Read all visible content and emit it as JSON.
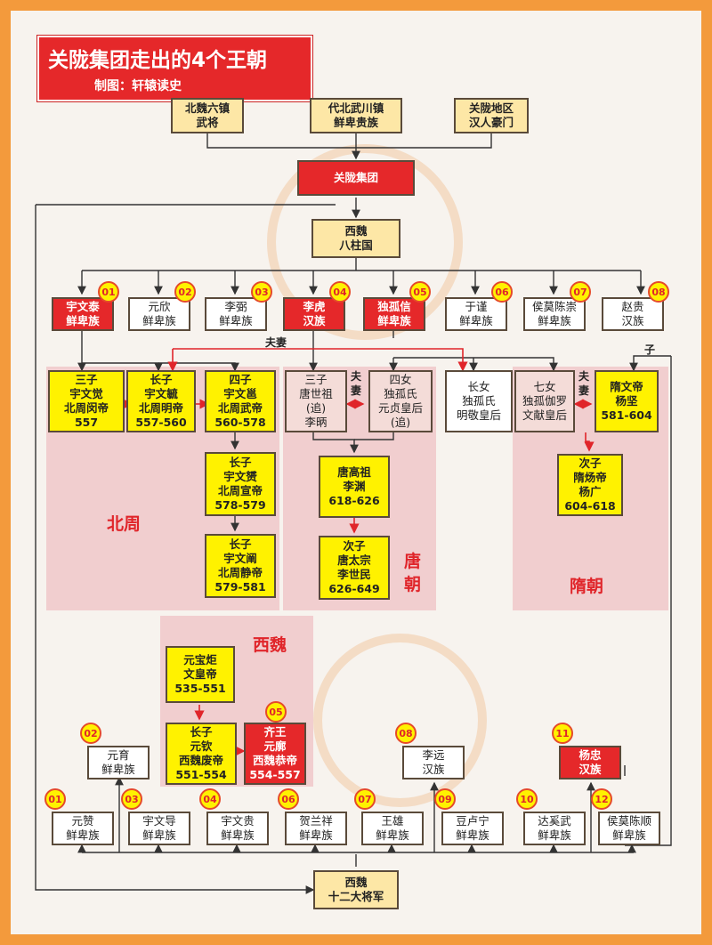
{
  "title": {
    "main": "关陇集团走出的4个王朝",
    "sub": "制图：轩辕读史"
  },
  "regions": {
    "beizhou": "北周",
    "tang": [
      "唐",
      "朝"
    ],
    "sui": "隋朝",
    "xiwei": "西魏"
  },
  "labels": {
    "fuqi1": "夫妻",
    "fuqi2": [
      "夫",
      "妻"
    ],
    "fuqi3": [
      "夫",
      "妻"
    ],
    "zi": "子"
  },
  "top": {
    "n1": [
      "北魏六镇",
      "武将"
    ],
    "n2": [
      "代北武川镇",
      "鲜卑贵族"
    ],
    "n3": [
      "关陇地区",
      "汉人豪门"
    ],
    "group": [
      "关陇集团"
    ],
    "xiwei8": [
      "西魏",
      "八柱国"
    ]
  },
  "pillars": [
    {
      "badge": "01",
      "lines": [
        "宇文泰",
        "鲜卑族"
      ]
    },
    {
      "badge": "02",
      "lines": [
        "元欣",
        "鲜卑族"
      ]
    },
    {
      "badge": "03",
      "lines": [
        "李弼",
        "鲜卑族"
      ]
    },
    {
      "badge": "04",
      "lines": [
        "李虎",
        "汉族"
      ]
    },
    {
      "badge": "05",
      "lines": [
        "独孤信",
        "鲜卑族"
      ]
    },
    {
      "badge": "06",
      "lines": [
        "于谨",
        "鲜卑族"
      ]
    },
    {
      "badge": "07",
      "lines": [
        "侯莫陈崇",
        "鲜卑族"
      ]
    },
    {
      "badge": "08",
      "lines": [
        "赵贵",
        "汉族"
      ]
    }
  ],
  "bz": {
    "a": [
      "三子",
      "宇文觉",
      "北周闵帝",
      "557"
    ],
    "b": [
      "长子",
      "宇文毓",
      "北周明帝",
      "557-560"
    ],
    "c": [
      "四子",
      "宇文邕",
      "北周武帝",
      "560-578"
    ],
    "d": [
      "长子",
      "宇文赟",
      "北周宣帝",
      "578-579"
    ],
    "e": [
      "长子",
      "宇文阐",
      "北周静帝",
      "579-581"
    ]
  },
  "tang": {
    "a": [
      "三子",
      "唐世祖",
      "(追)",
      "李昞"
    ],
    "b": [
      "四女",
      "独孤氏",
      "元贞皇后",
      "(追)"
    ],
    "c": [
      "唐高祖",
      "李渊",
      "618-626"
    ],
    "d": [
      "次子",
      "唐太宗",
      "李世民",
      "626-649"
    ]
  },
  "elder": [
    "长女",
    "独孤氏",
    "明敬皇后"
  ],
  "sui": {
    "a": [
      "七女",
      "独孤伽罗",
      "文献皇后"
    ],
    "b": [
      "隋文帝",
      "杨坚",
      "581-604"
    ],
    "c": [
      "次子",
      "隋炀帝",
      "杨广",
      "604-618"
    ]
  },
  "xw": {
    "a": [
      "元宝炬",
      "文皇帝",
      "535-551"
    ],
    "b": [
      "长子",
      "元钦",
      "西魏废帝",
      "551-554"
    ],
    "c": [
      "齐王",
      "元廓",
      "西魏恭帝",
      "554-557"
    ],
    "c_badge": "05"
  },
  "generals": [
    {
      "badge": "01",
      "lines": [
        "元赞",
        "鲜卑族"
      ]
    },
    {
      "badge": "02",
      "lines": [
        "元育",
        "鲜卑族"
      ]
    },
    {
      "badge": "03",
      "lines": [
        "宇文导",
        "鲜卑族"
      ]
    },
    {
      "badge": "04",
      "lines": [
        "宇文贵",
        "鲜卑族"
      ]
    },
    {
      "badge": "06",
      "lines": [
        "贺兰祥",
        "鲜卑族"
      ]
    },
    {
      "badge": "07",
      "lines": [
        "王雄",
        "鲜卑族"
      ]
    },
    {
      "badge": "08",
      "lines": [
        "李远",
        "汉族"
      ]
    },
    {
      "badge": "09",
      "lines": [
        "豆卢宁",
        "鲜卑族"
      ]
    },
    {
      "badge": "10",
      "lines": [
        "达奚武",
        "鲜卑族"
      ]
    },
    {
      "badge": "11",
      "lines": [
        "杨忠",
        "汉族"
      ]
    },
    {
      "badge": "12",
      "lines": [
        "侯莫陈顺",
        "鲜卑族"
      ]
    }
  ],
  "bottom": [
    "西魏",
    "十二大将军"
  ]
}
